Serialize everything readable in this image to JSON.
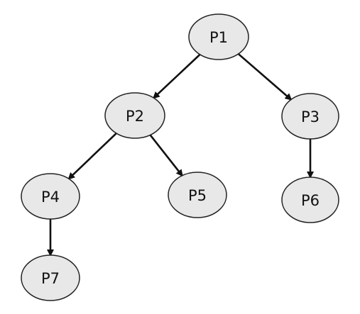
{
  "diagram": {
    "nodes": [
      {
        "id": "P1",
        "label": "P1"
      },
      {
        "id": "P2",
        "label": "P2"
      },
      {
        "id": "P3",
        "label": "P3"
      },
      {
        "id": "P4",
        "label": "P4"
      },
      {
        "id": "P5",
        "label": "P5"
      },
      {
        "id": "P6",
        "label": "P6"
      },
      {
        "id": "P7",
        "label": "P7"
      }
    ],
    "edges": [
      {
        "from": "P1",
        "to": "P2"
      },
      {
        "from": "P1",
        "to": "P3"
      },
      {
        "from": "P2",
        "to": "P4"
      },
      {
        "from": "P2",
        "to": "P5"
      },
      {
        "from": "P3",
        "to": "P6"
      },
      {
        "from": "P4",
        "to": "P7"
      }
    ],
    "colors": {
      "node_fill": "#e8e8e8",
      "node_stroke": "#222222",
      "edge": "#111111",
      "text": "#111111"
    }
  }
}
